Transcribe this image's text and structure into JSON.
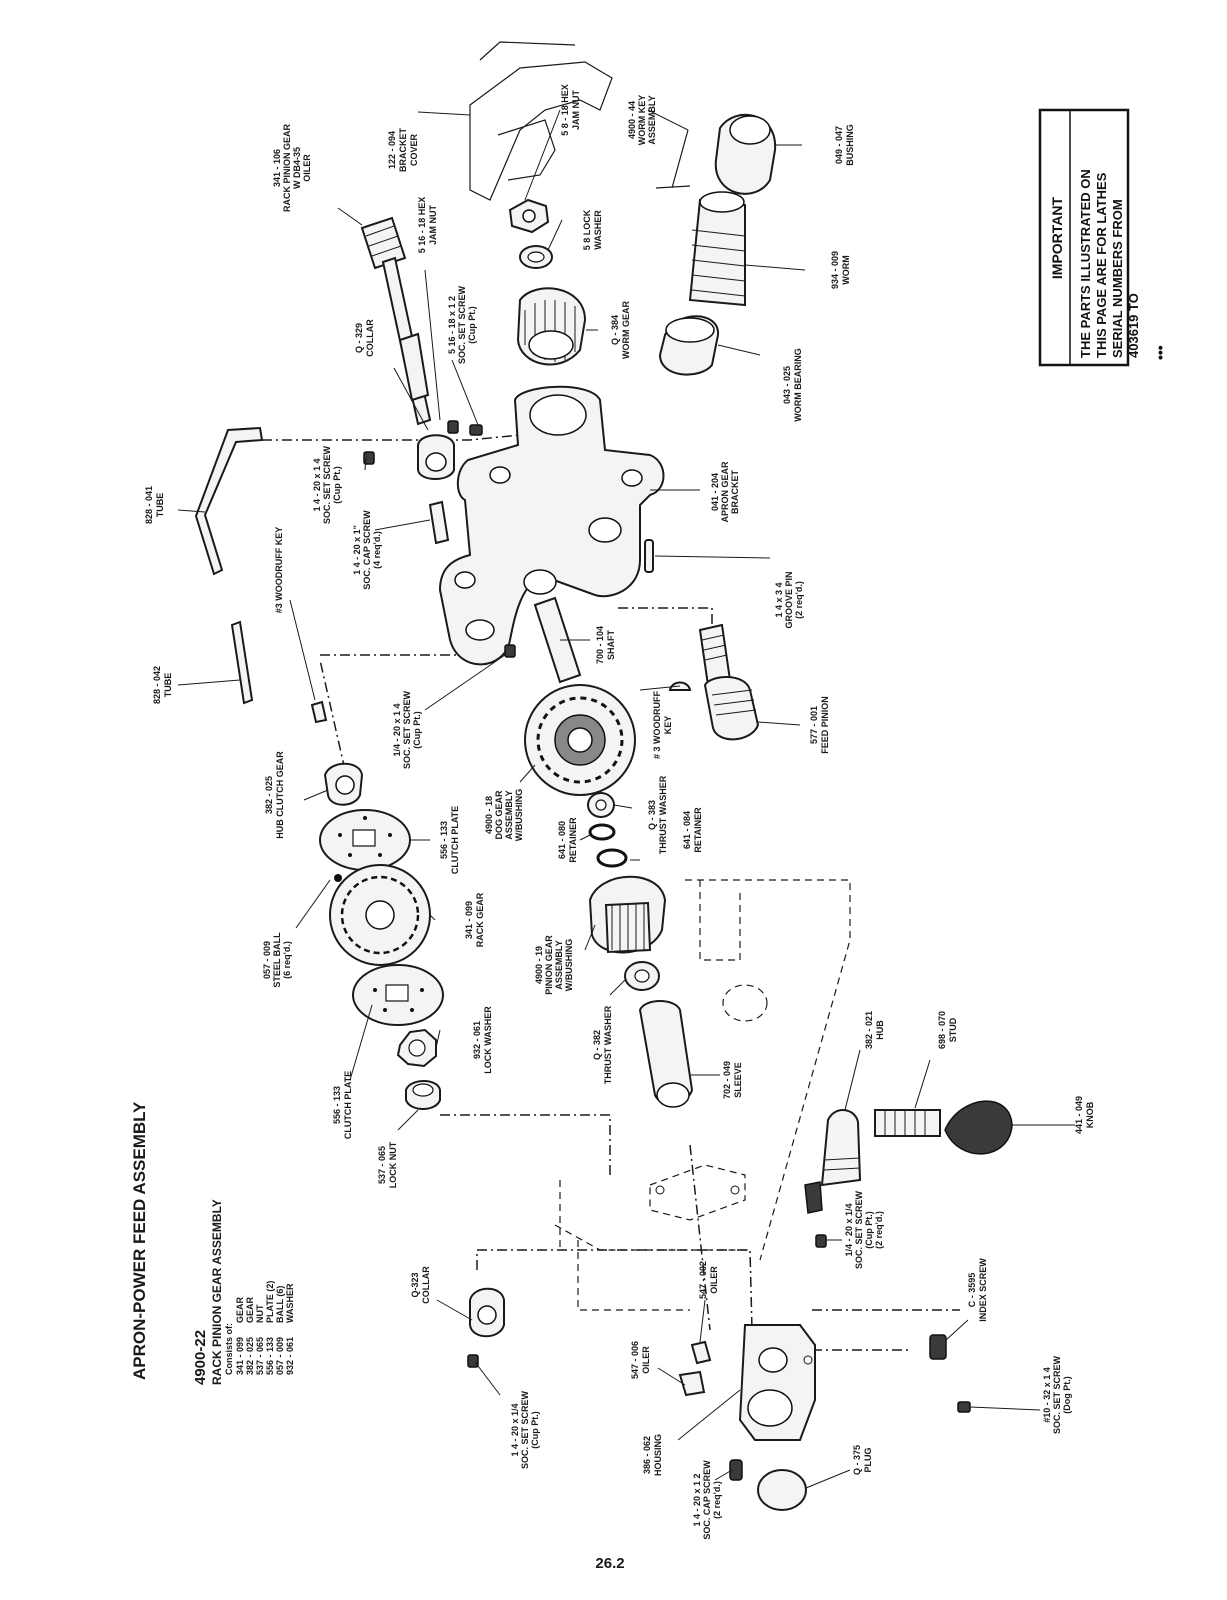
{
  "page": {
    "title": "APRON-POWER FEED ASSEMBLY",
    "page_number": "26.2"
  },
  "assembly": {
    "number": "4900-22",
    "name": "RACK PINION GEAR ASSEMBLY",
    "consists_label": "Consists of:",
    "items": [
      {
        "part": "341 - 099",
        "desc": "GEAR"
      },
      {
        "part": "382 - 025",
        "desc": "GEAR"
      },
      {
        "part": "537 - 065",
        "desc": "NUT"
      },
      {
        "part": "556 - 133",
        "desc": "PLATE (2)"
      },
      {
        "part": "057 - 009",
        "desc": "BALL (6)"
      },
      {
        "part": "932 - 061",
        "desc": "WASHER"
      }
    ]
  },
  "important": {
    "heading": "IMPORTANT",
    "lines": [
      "THE PARTS ILLUSTRATED ON",
      "THIS PAGE ARE FOR LATHES",
      "SERIAL NUMBERS FROM",
      "403619 TO"
    ],
    "dots": "•••"
  },
  "callouts": {
    "bracket_cover": {
      "l1": "122 - 094",
      "l2": "BRACKET",
      "l3": "COVER"
    },
    "jam_nut_58": {
      "l1": "5 8 - 18 HEX",
      "l2": "JAM NUT"
    },
    "worm_key": {
      "l1": "4900 - 44",
      "l2": "WORM KEY",
      "l3": "ASSEMBLY"
    },
    "bushing": {
      "l1": "049 - 047",
      "l2": "BUSHING"
    },
    "rack_pinion_gear": {
      "l1": "341 - 106",
      "l2": "RACK PINION GEAR",
      "l3": "W DB4-35",
      "l4": "OILER"
    },
    "jam_nut_516": {
      "l1": "5 16 - 18 HEX",
      "l2": "JAM NUT"
    },
    "lock_washer_58": {
      "l1": "5 8 LOCK",
      "l2": "WASHER"
    },
    "worm": {
      "l1": "934 - 009",
      "l2": "WORM"
    },
    "collar_q329": {
      "l1": "Q - 329",
      "l2": "COLLAR"
    },
    "set_screw_516": {
      "l1": "5 16 - 18 x 1 2",
      "l2": "SOC. SET SCREW",
      "l3": "(Cup Pt.)"
    },
    "worm_gear": {
      "l1": "Q - 384",
      "l2": "WORM GEAR"
    },
    "worm_bearing": {
      "l1": "043 - 025",
      "l2": "WORM BEARING"
    },
    "tube_041": {
      "l1": "828 - 041",
      "l2": "TUBE"
    },
    "set_screw_14_a": {
      "l1": "1 4 - 20 x 1 4",
      "l2": "SOC. SET SCREW",
      "l3": "(Cup Pt.)"
    },
    "woodruff_key": {
      "l1": "#3 WOODRUFF KEY"
    },
    "cap_screw_14": {
      "l1": "1 4 - 20 x 1\"",
      "l2": "SOC. CAP SCREW",
      "l3": "(4 req'd.)"
    },
    "apron_bracket": {
      "l1": "041 - 204",
      "l2": "APRON GEAR",
      "l3": "BRACKET"
    },
    "groove_pin": {
      "l1": "1 4 x 3 4",
      "l2": "GROOVE PIN",
      "l3": "(2 req'd.)"
    },
    "tube_042": {
      "l1": "828 - 042",
      "l2": "TUBE"
    },
    "set_screw_14_b": {
      "l1": "1/4 - 20 x 1 4",
      "l2": "SOC. SET SCREW",
      "l3": "(Cup Pt.)"
    },
    "shaft": {
      "l1": "700 - 104",
      "l2": "SHAFT"
    },
    "woodruff_key_2": {
      "l1": "# 3 WOODRUFF",
      "l2": "KEY"
    },
    "feed_pinion": {
      "l1": "577 - 001",
      "l2": "FEED PINION"
    },
    "hub_clutch_gear": {
      "l1": "382 - 025",
      "l2": "HUB CLUTCH GEAR"
    },
    "clutch_plate_1": {
      "l1": "556 - 133",
      "l2": "CLUTCH PLATE"
    },
    "dog_gear": {
      "l1": "4900 - 18",
      "l2": "DOG GEAR",
      "l3": "ASSEMBLY",
      "l4": "W/BUSHING"
    },
    "thrust_washer_383": {
      "l1": "Q - 383",
      "l2": "THRUST WASHER"
    },
    "retainer_080": {
      "l1": "641 - 080",
      "l2": "RETAINER"
    },
    "retainer_084": {
      "l1": "641 - 084",
      "l2": "RETAINER"
    },
    "steel_ball": {
      "l1": "057 - 009",
      "l2": "STEEL BALL",
      "l3": "(6 req'd.)"
    },
    "rack_gear": {
      "l1": "341 - 099",
      "l2": "RACK GEAR"
    },
    "pinion_gear_assy": {
      "l1": "4900 - 19",
      "l2": "PINION GEAR",
      "l3": "ASSEMBLY",
      "l4": "W/BUSHING"
    },
    "lock_washer_932": {
      "l1": "932 - 061",
      "l2": "LOCK WASHER"
    },
    "clutch_plate_2": {
      "l1": "556 - 133",
      "l2": "CLUTCH PLATE"
    },
    "thrust_washer_382": {
      "l1": "Q - 382",
      "l2": "THRUST WASHER"
    },
    "sleeve": {
      "l1": "702 - 049",
      "l2": "SLEEVE"
    },
    "hub": {
      "l1": "382 - 021",
      "l2": "HUB"
    },
    "stud": {
      "l1": "698 - 070",
      "l2": "STUD"
    },
    "lock_nut": {
      "l1": "537 - 065",
      "l2": "LOCK NUT"
    },
    "knob": {
      "l1": "441 - 049",
      "l2": "KNOB"
    },
    "set_screw_14_c": {
      "l1": "1/4 - 20 x 1/4",
      "l2": "SOC. SET SCREW",
      "l3": "(Cup Pt.)",
      "l4": "(2 req'd.)"
    },
    "index_screw": {
      "l1": "C - 3595",
      "l2": "INDEX SCREW"
    },
    "collar_q323": {
      "l1": "Q-323",
      "l2": "COLLAR"
    },
    "oiler_002": {
      "l1": "547 - 002",
      "l2": "OILER"
    },
    "oiler_006": {
      "l1": "547 - 006",
      "l2": "OILER"
    },
    "set_screw_14_d": {
      "l1": "1 4 - 20 x 1/4",
      "l2": "SOC. SET SCREW",
      "l3": "(Cup Pt.)"
    },
    "housing": {
      "l1": "386 - 062",
      "l2": "HOUSING"
    },
    "cap_screw_12": {
      "l1": "1 4 - 20 x 1 2",
      "l2": "SOC. CAP SCREW",
      "l3": "(2 req'd.)"
    },
    "plug": {
      "l1": "Q - 375",
      "l2": "PLUG"
    },
    "set_screw_10": {
      "l1": "#10 - 32 x 1 4",
      "l2": "SOC. SET SCREW",
      "l3": "(Dog Pt.)"
    }
  }
}
